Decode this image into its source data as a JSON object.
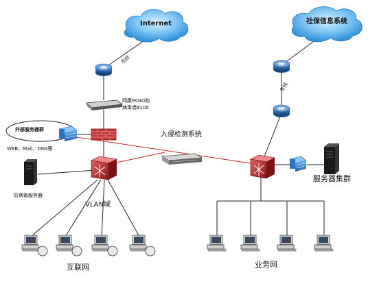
{
  "cloud_left": {
    "label": "Internet"
  },
  "cloud_right": {
    "label": "社保信息系统"
  },
  "link_left": {
    "label": "光纤"
  },
  "link_right": {
    "label": "专线"
  },
  "gateway": {
    "line1": "网康PAGD防",
    "line2": "病毒墙8100"
  },
  "external_servers": {
    "label": "外部服务器群",
    "detail": "WEB、Mail、DNS等"
  },
  "ids": {
    "label": "入侵检测系统"
  },
  "antivirus_server": {
    "label": "防病毒服务器"
  },
  "vlan": {
    "label": "VLAN域"
  },
  "internet_zone": {
    "label": "互联网"
  },
  "business_zone": {
    "label": "业务网"
  },
  "server_cluster": {
    "label": "服务器集群"
  },
  "colors": {
    "red_link": "#cc2222",
    "cloud": "#2f8fd8",
    "router": "#1e5fa0",
    "switch_red": "#c83232"
  }
}
